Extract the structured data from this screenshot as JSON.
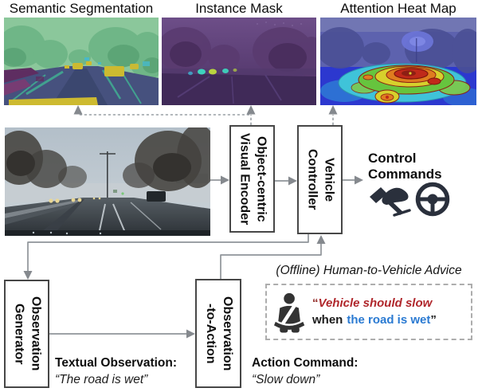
{
  "figure": {
    "panel_labels": {
      "semantic": "Semantic Segmentation",
      "instance": "Instance Mask",
      "attention": "Attention Heat Map"
    },
    "modules": {
      "visual_encoder": "Object-centric\nVisual Encoder",
      "vehicle_controller": "Vehicle\nController",
      "observation_generator": "Observation\nGenerator",
      "observation_to_action": "Observation\n-to-Action"
    },
    "control_commands_label": "Control\nCommands",
    "icons": {
      "pedal": "pedal-icon",
      "steering_wheel": "steering-wheel-icon",
      "seatbelt": "seatbelt-icon"
    },
    "advice": {
      "heading": "(Offline) Human-to-Vehicle Advice",
      "open_quote": "“",
      "red_text": "Vehicle should slow",
      "when_text": "when",
      "blue_text": "the road is wet",
      "close_quote": "”",
      "red_color": "#b0272c",
      "blue_color": "#2a7ad2"
    },
    "textual_observation": {
      "label": "Textual Observation:",
      "value": "“The road is wet”"
    },
    "action_command": {
      "label": "Action Command:",
      "value": "“Slow down”"
    }
  }
}
